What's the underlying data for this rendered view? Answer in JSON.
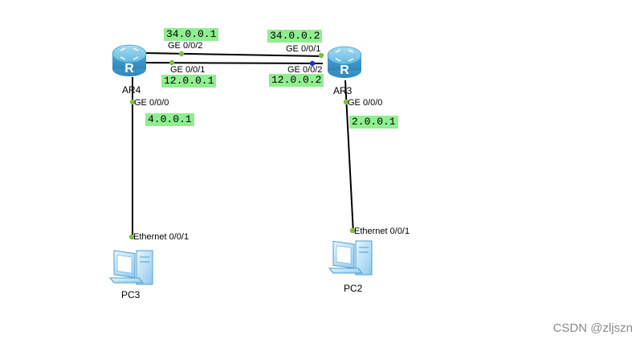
{
  "devices": {
    "ar4": {
      "name": "AR4",
      "type": "router-icon"
    },
    "ar3": {
      "name": "AR3",
      "type": "router-icon"
    },
    "pc3": {
      "name": "PC3",
      "type": "pc-icon"
    },
    "pc2": {
      "name": "PC2",
      "type": "pc-icon"
    }
  },
  "ports": {
    "ar4_ge002": "GE 0/0/2",
    "ar4_ge001": "GE 0/0/1",
    "ar4_ge000": "GE 0/0/0",
    "ar3_ge001": "GE 0/0/1",
    "ar3_ge002": "GE 0/0/2",
    "ar3_ge000": "GE 0/0/0",
    "pc3_eth": "Ethernet 0/0/1",
    "pc2_eth": "Ethernet 0/0/1"
  },
  "ip_addresses": {
    "ar4_ge002": "34.0.0.1",
    "ar4_ge001": "12.0.0.1",
    "ar4_ge000": "4.0.0.1",
    "ar3_ge001": "34.0.0.2",
    "ar3_ge002": "12.0.0.2",
    "ar3_ge000": "2.0.0.1"
  },
  "watermark": "CSDN @zljszn",
  "colors": {
    "ip_label_bg": "#90ee90",
    "link": "#000000",
    "port_up": "#7cc13a",
    "port_blue": "#1f2fd0",
    "router": "#5fb8de"
  }
}
